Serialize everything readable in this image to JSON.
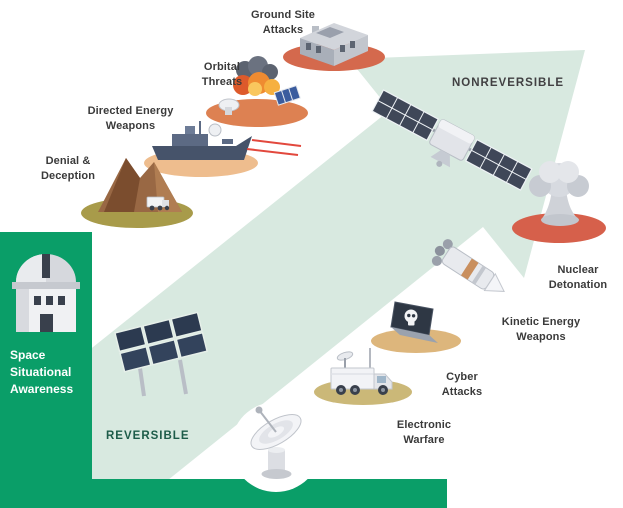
{
  "diagram": {
    "axis": {
      "reversible": "REVERSIBLE",
      "nonreversible": "NONREVERSIBLE"
    },
    "sidebar_label": "Space\nSituational\nAwareness",
    "threats": {
      "denial_deception": "Denial &\nDeception",
      "directed_energy": "Directed Energy\nWeapons",
      "orbital_threats": "Orbital\nThreats",
      "ground_site": "Ground Site\nAttacks",
      "nuclear_detonation": "Nuclear\nDetonation",
      "kinetic_energy": "Kinetic Energy\nWeapons",
      "cyber_attacks": "Cyber\nAttacks",
      "electronic_warfare": "Electronic\nWarfare"
    },
    "illustrations": [
      "observatory-icon",
      "solar-array-icon",
      "radar-dish-icon",
      "camouflage-mountain-icon",
      "warship-laser-icon",
      "satellite-explosion-icon",
      "ground-station-building-icon",
      "satellite-icon",
      "mushroom-cloud-icon",
      "kill-vehicle-icon",
      "laptop-skull-icon",
      "radar-truck-icon"
    ],
    "colors": {
      "arrow_fill": "#d8e9e0",
      "band_green": "#0a9e68",
      "reversible_text": "#1d5c49",
      "nonreversible_text": "#414042",
      "label_text": "#3a3a3a",
      "laser_red": "#e2483d",
      "platform_denial": "#a89b4a",
      "platform_directed": "#eebd8e",
      "platform_orbital": "#dd8152",
      "platform_ground": "#d4694d",
      "platform_nuclear": "#d6604b",
      "platform_cyber": "#ddb67c",
      "platform_electronic": "#cbb878"
    }
  }
}
